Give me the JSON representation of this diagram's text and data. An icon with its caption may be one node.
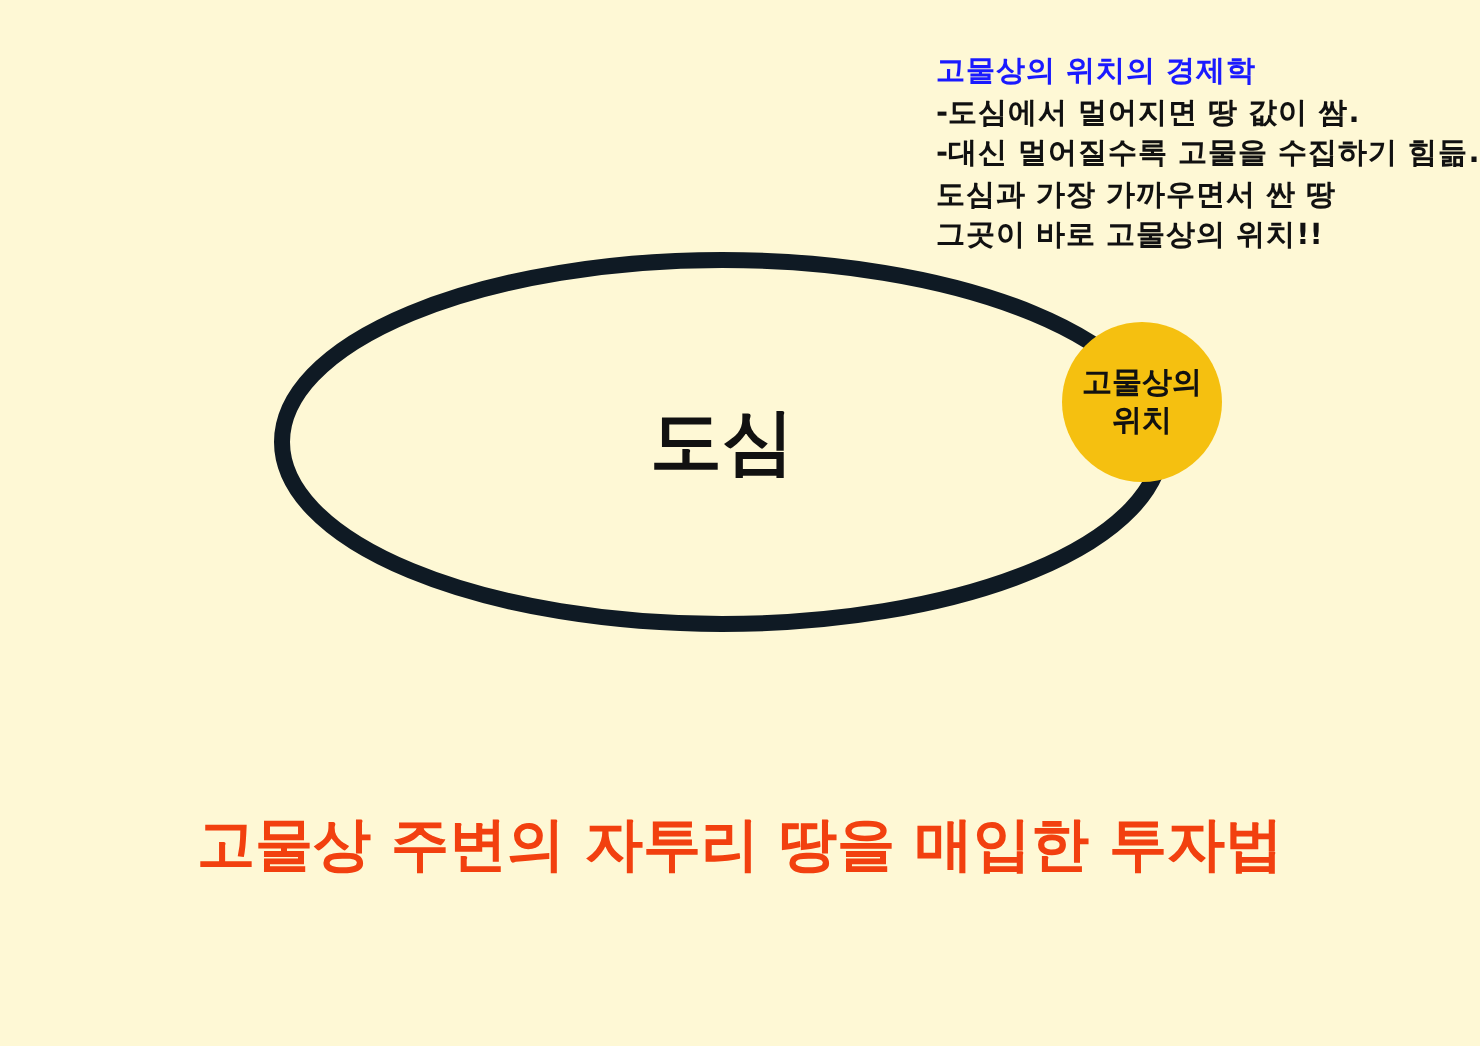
{
  "diagram": {
    "title": "고물상 주변의 자투리 땅을 매입한 투자법",
    "nodes": [
      {
        "text": [
          "도심"
        ]
      },
      {
        "text": [
          "고물상의 위치"
        ]
      }
    ],
    "labels": [
      "고물상의 위치의 경제학",
      "-도심에서 멀어지면 땅 값이 쌈.",
      "-대신 멀어질수록 고물을 수집하기 힘듦.",
      "도심과 가장 가까우면서 싼 땅",
      "그곳이 바로 고물상의 위치!!"
    ]
  }
}
